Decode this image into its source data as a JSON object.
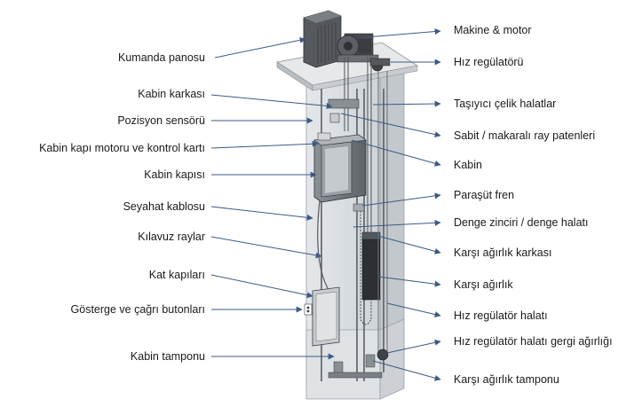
{
  "left_labels": [
    "Kumanda panosu",
    "Kabin karkası",
    "Pozisyon sensörü",
    "Kabin kapı motoru ve kontrol kartı",
    "Kabin kapısı",
    "Seyahat kablosu",
    "Kılavuz raylar",
    "Kat kapıları",
    "Gösterge ve çağrı butonları",
    "Kabin tamponu"
  ],
  "right_labels": [
    "Makine & motor",
    "Hız regülatörü",
    "Taşıyıcı çelik halatlar",
    "Sabit / makaralı ray patenleri",
    "Kabin",
    "Paraşüt fren",
    "Denge zinciri / denge halatı",
    "Karşı ağırlık karkası",
    "Karşı ağırlık",
    "Hız regülatör halatı",
    "Hız regülatör halatı gergi ağırlığı",
    "Karşı ağırlık tamponu"
  ],
  "colors": {
    "arrow": "#3c5a86",
    "shaft": "#d6dadd",
    "shaft_edge": "#9aa0a6",
    "metal_dark": "#3a3d40",
    "metal_mid": "#7a7f85",
    "text": "#1a1a1a"
  }
}
